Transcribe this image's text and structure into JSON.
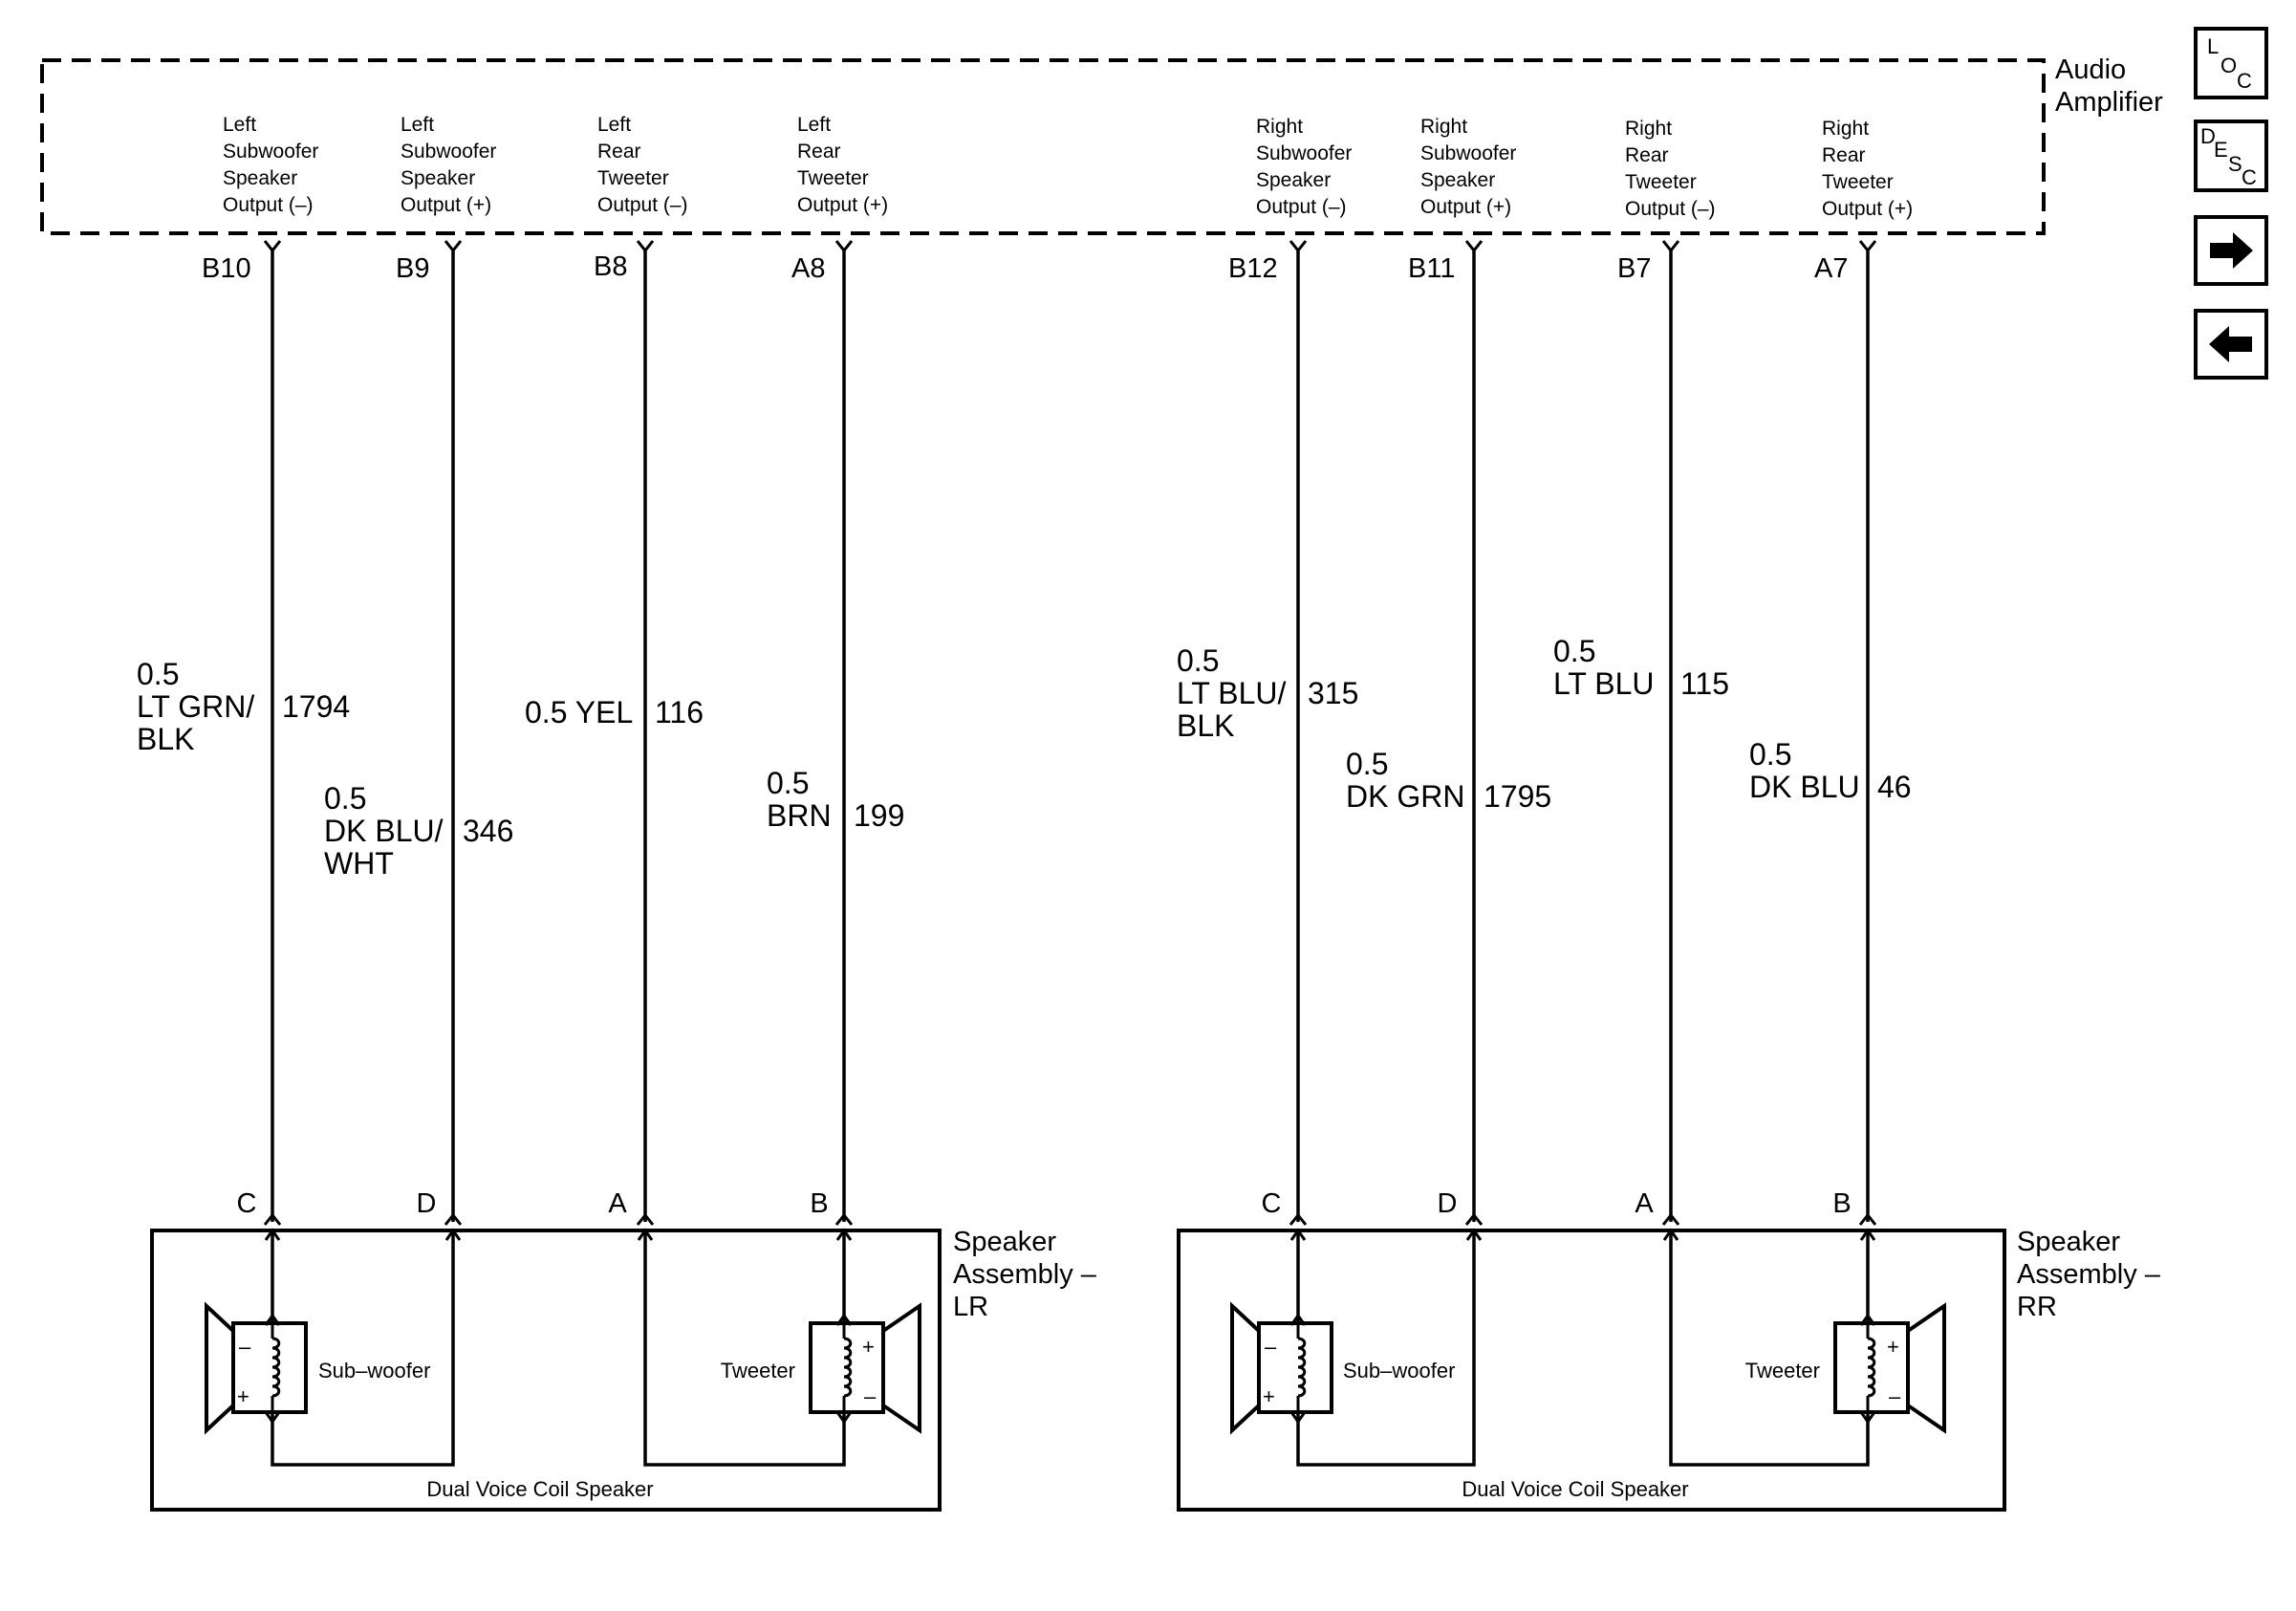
{
  "amplifier": {
    "name_lines": [
      "Audio",
      "Amplifier"
    ],
    "outputs": [
      {
        "id": "b10",
        "pin": "B10",
        "lines": [
          "Left",
          "Subwoofer",
          "Speaker",
          "Output (–)"
        ]
      },
      {
        "id": "b9",
        "pin": "B9",
        "lines": [
          "Left",
          "Subwoofer",
          "Speaker",
          "Output (+)"
        ]
      },
      {
        "id": "b8",
        "pin": "B8",
        "lines": [
          "Left",
          "Rear",
          "Tweeter",
          "Output (–)"
        ]
      },
      {
        "id": "a8",
        "pin": "A8",
        "lines": [
          "Left",
          "Rear",
          "Tweeter",
          "Output (+)"
        ]
      },
      {
        "id": "b12",
        "pin": "B12",
        "lines": [
          "Right",
          "Subwoofer",
          "Speaker",
          "Output (–)"
        ]
      },
      {
        "id": "b11",
        "pin": "B11",
        "lines": [
          "Right",
          "Subwoofer",
          "Speaker",
          "Output (+)"
        ]
      },
      {
        "id": "b7",
        "pin": "B7",
        "lines": [
          "Right",
          "Rear",
          "Tweeter",
          "Output (–)"
        ]
      },
      {
        "id": "a7",
        "pin": "A7",
        "lines": [
          "Right",
          "Rear",
          "Tweeter",
          "Output (+)"
        ]
      }
    ]
  },
  "wires": [
    {
      "id": "b10",
      "gauge_color_lines": [
        "0.5",
        "LT GRN/",
        "BLK"
      ],
      "circuit": "1794",
      "end_pin": "C"
    },
    {
      "id": "b9",
      "gauge_color_lines": [
        "0.5",
        "DK BLU/",
        "WHT"
      ],
      "circuit": "346",
      "end_pin": "D"
    },
    {
      "id": "b8",
      "gauge_color_lines": [
        "0.5 YEL"
      ],
      "circuit": "116",
      "end_pin": "A"
    },
    {
      "id": "a8",
      "gauge_color_lines": [
        "0.5",
        "BRN"
      ],
      "circuit": "199",
      "end_pin": "B"
    },
    {
      "id": "b12",
      "gauge_color_lines": [
        "0.5",
        "LT BLU/",
        "BLK"
      ],
      "circuit": "315",
      "end_pin": "C"
    },
    {
      "id": "b11",
      "gauge_color_lines": [
        "0.5",
        "DK GRN"
      ],
      "circuit": "1795",
      "end_pin": "D"
    },
    {
      "id": "b7",
      "gauge_color_lines": [
        "0.5",
        "LT BLU"
      ],
      "circuit": "115",
      "end_pin": "A"
    },
    {
      "id": "a7",
      "gauge_color_lines": [
        "0.5",
        "DK BLU"
      ],
      "circuit": "46",
      "end_pin": "B"
    }
  ],
  "speakers": [
    {
      "id": "lr",
      "name_lines": [
        "Speaker",
        "Assembly –",
        "LR"
      ],
      "subwoofer_label": "Sub–woofer",
      "tweeter_label": "Tweeter",
      "caption": "Dual Voice Coil Speaker"
    },
    {
      "id": "rr",
      "name_lines": [
        "Speaker",
        "Assembly –",
        "RR"
      ],
      "subwoofer_label": "Sub–woofer",
      "tweeter_label": "Tweeter",
      "caption": "Dual Voice Coil Speaker"
    }
  ],
  "nav": {
    "loc": {
      "letters": [
        "L",
        "O",
        "C"
      ]
    },
    "desc": {
      "letters": [
        "D",
        "E",
        "S",
        "C"
      ]
    },
    "forward_icon": "arrow-right-icon",
    "back_icon": "arrow-left-icon"
  },
  "symbols": {
    "minus": "–",
    "plus": "+"
  }
}
